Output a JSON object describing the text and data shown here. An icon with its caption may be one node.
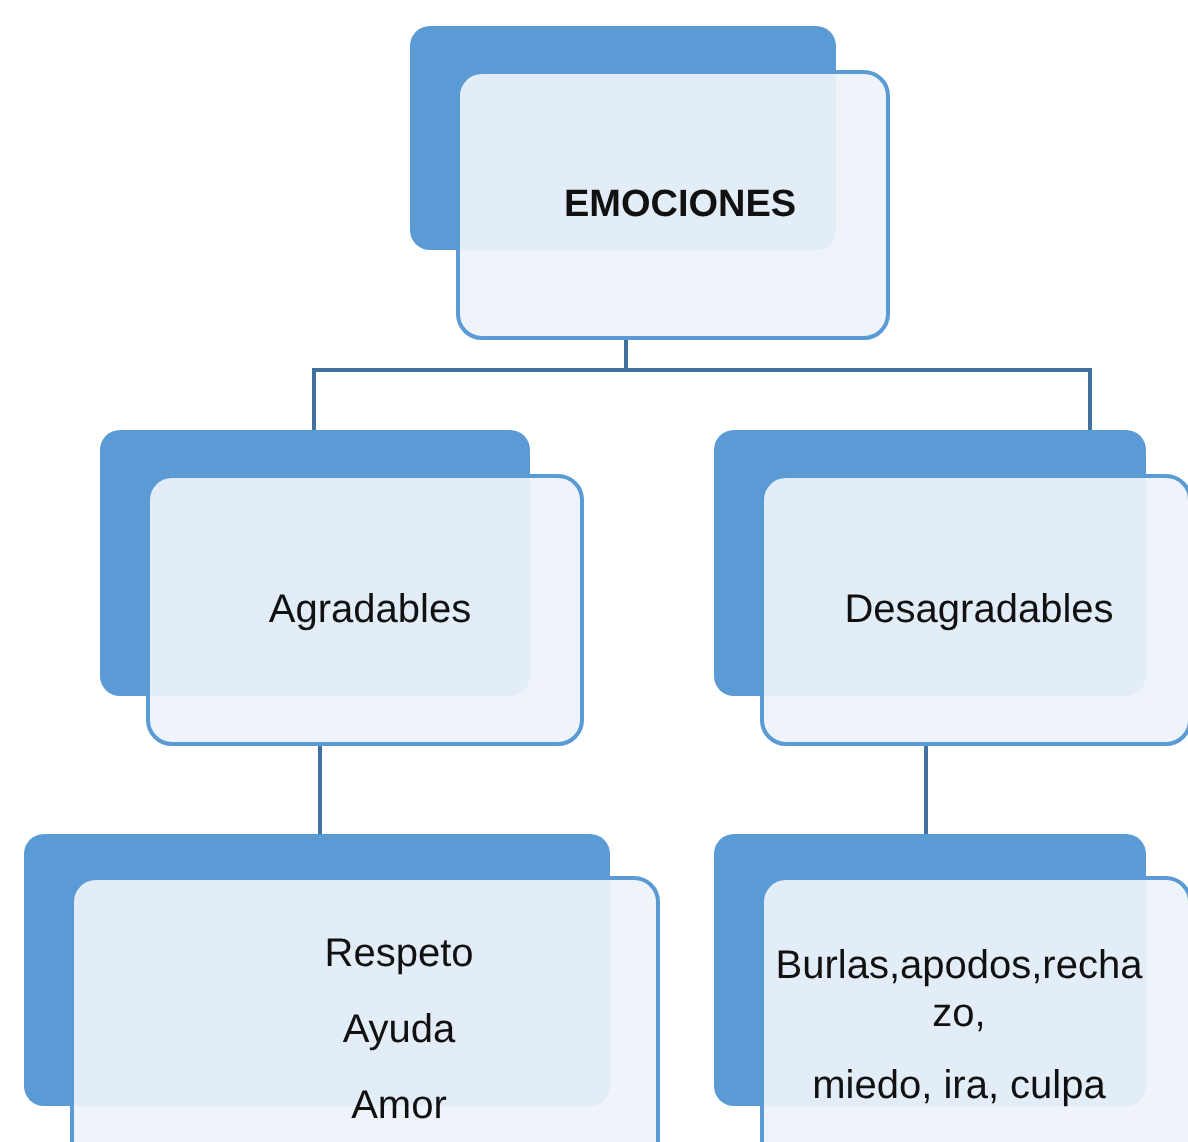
{
  "diagram": {
    "nodes": [
      {
        "text": [
          "EMOCIONES"
        ]
      },
      {
        "text": [
          "Agradables"
        ]
      },
      {
        "text": [
          "Desagradables"
        ]
      },
      {
        "text": [
          "Respeto",
          "Ayuda",
          "Amor"
        ]
      },
      {
        "text": [
          "Burlas,apodos,rechazo,",
          "miedo, ira, culpa"
        ]
      }
    ],
    "edges": [
      {
        "from": 0,
        "to": 1,
        "arrow": "none"
      },
      {
        "from": 0,
        "to": 2,
        "arrow": "none"
      },
      {
        "from": 1,
        "to": 3,
        "arrow": "none"
      },
      {
        "from": 2,
        "to": 4,
        "arrow": "none"
      }
    ]
  }
}
